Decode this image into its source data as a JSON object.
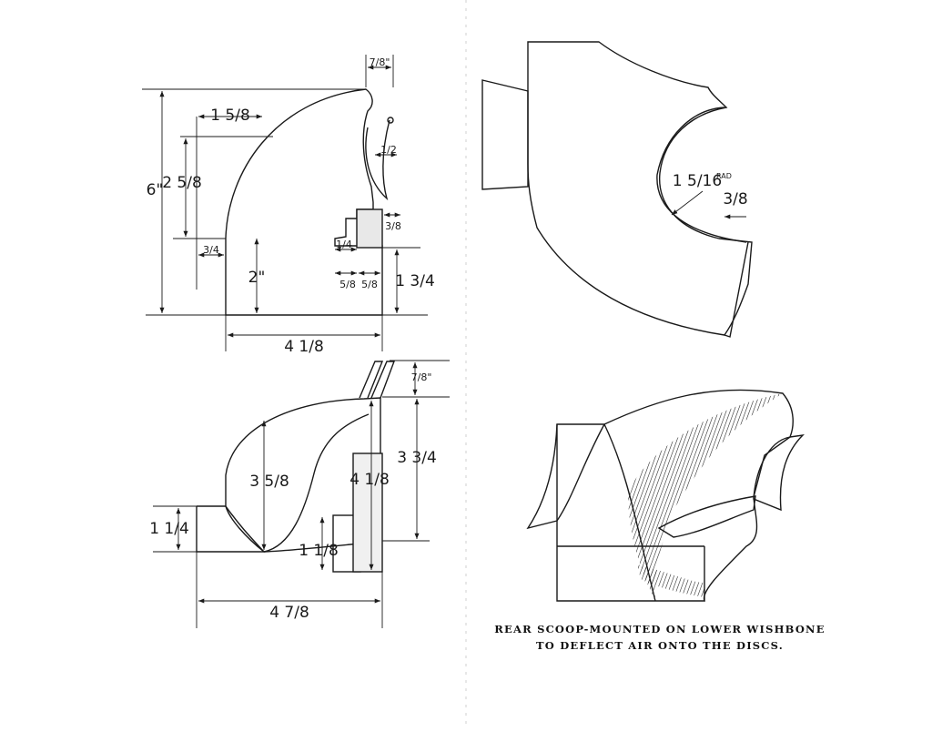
{
  "dimensions": {
    "d_7_8_top": "7/8\"",
    "d_1_5_8": "1 5/8",
    "d_6": "6\"",
    "d_2_5_8": "2 5/8",
    "d_1_2": "1/2",
    "d_3_4": "3/4",
    "d_2": "2\"",
    "d_3_8": "3/8",
    "d_1_4": "1/4",
    "d_5_8_a": "5/8",
    "d_5_8_b": "5/8",
    "d_1_3_4": "1 3/4",
    "d_4_1_8": "4 1/8",
    "d_7_8_mid": "7/8\"",
    "d_3_5_8": "3 5/8",
    "d_4_1_8_v": "4 1/8",
    "d_3_3_4": "3 3/4",
    "d_1_1_4": "1 1/4",
    "d_1_1_8": "1 1/8",
    "d_4_7_8": "4 7/8",
    "d_1_5_16": "1 5/16",
    "d_rad": "RAD",
    "d_3_8_right": "3/8"
  },
  "caption": {
    "line1": "REAR SCOOP-MOUNTED ON LOWER WISHBONE",
    "line2": "TO DEFLECT AIR ONTO THE DISCS."
  }
}
